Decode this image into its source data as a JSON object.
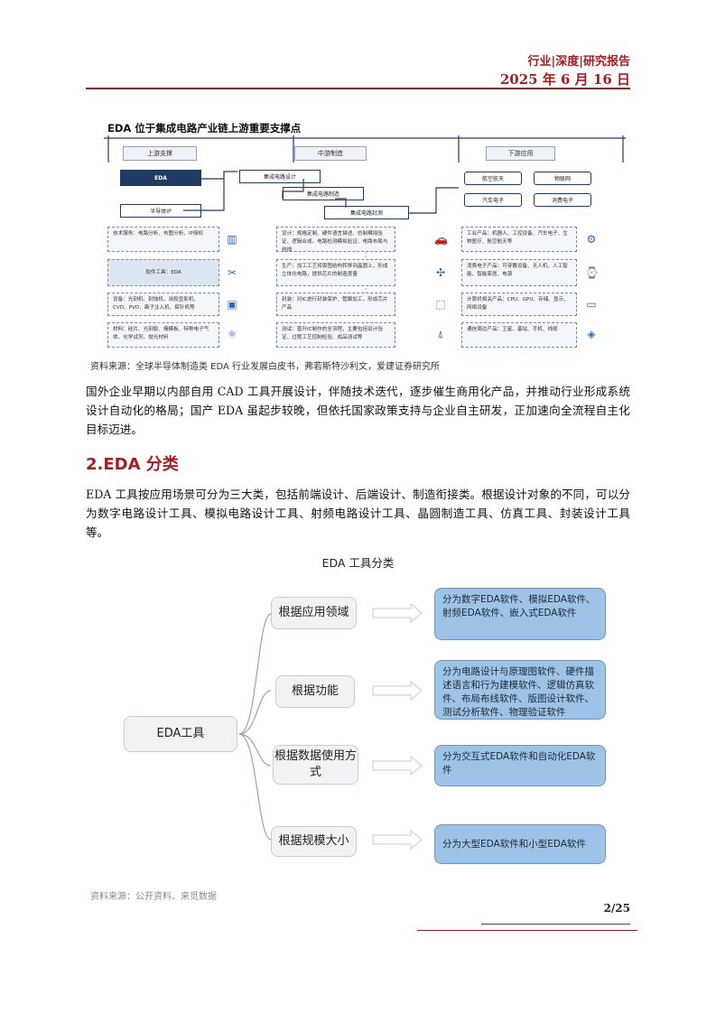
{
  "header": {
    "line1": "行业|深度|研究报告",
    "line2": "2025 年 6 月 16 日"
  },
  "figure1": {
    "title": "EDA 位于集成电路产业链上游重要支撑点",
    "stages": [
      "上游支撑",
      "中游制造",
      "下游应用"
    ],
    "upstream": {
      "eda": "EDA",
      "ip": "半导体IP",
      "boxes": [
        "技术服务：电路分析、布图分析、IP授权",
        "软件工具：EDA",
        "设备：光刻机、刻蚀机、涂胶显影机、CVD、PVD、离子注入机、探针机等",
        "材料：硅片、光刻胶、掩模板、特种电子气体、化学试剂、抛光材料"
      ]
    },
    "midstream": {
      "steps": [
        "集成电路设计",
        "集成电路制造",
        "集成电路封测"
      ],
      "boxes": [
        "设计：规格定制、硬件语言描述、仿制模拟验证、逻辑合成、电路检测模拟验证、电路布局与绕线",
        "生产：加工工艺将版图结构转移到晶圆上，形成立体化电路，提供芯片的制造度量",
        "封装：对IC进行封装保护、管脚加工，形成芯片产品",
        "测试：晋升IC制作的全流程，主要包括设计验证、过程工艺控制检验、成品测试等"
      ]
    },
    "downstream": {
      "tags": [
        "航空航天",
        "物联网",
        "汽车电子",
        "消费电子"
      ],
      "boxes": [
        "工业产品：机器人、工控设备、汽车电子、生物医疗、航空航天等",
        "消费电子产品：可穿戴设备、无人机、人工智能、智能家居、电源",
        "计算机相关产品：CPU、GPU、存储、显示、网络设备",
        "通信周边产品：卫星、基站、手机、线缆"
      ]
    },
    "source": "资料来源：全球半导体制造类 EDA 行业发展白皮书，弗若斯特沙利文，爱建证券研究所"
  },
  "para1": "国外企业早期以内部自用 CAD 工具开展设计，伴随技术迭代，逐步催生商用化产品，并推动行业形成系统设计自动化的格局；国产 EDA 虽起步较晚，但依托国家政策支持与企业自主研发，正加速向全流程自主化目标迈进。",
  "section_title": "2.EDA 分类",
  "para2": "EDA 工具按应用场景可分为三大类，包括前端设计、后端设计、制造衔接类。根据设计对象的不同，可以分为数字电路设计工具、模拟电路设计工具、射频电路设计工具、晶圆制造工具、仿真工具、封装设计工具等。",
  "figure2": {
    "title": "EDA 工具分类",
    "root": "EDA工具",
    "categories": [
      {
        "label": "根据应用领域",
        "detail": "分为数字EDA软件、模拟EDA软件、射频EDA软件、嵌入式EDA软件"
      },
      {
        "label": "根据功能",
        "detail": "分为电路设计与原理图软件、硬件描述语言和行为建模软件、逻辑仿真软件、布局布线软件、版图设计软件、测试分析软件、物理验证软件"
      },
      {
        "label": "根据数据使用方式",
        "detail": "分为交互式EDA软件和自动化EDA软件"
      },
      {
        "label": "根据规模大小",
        "detail": "分为大型EDA软件和小型EDA软件"
      }
    ],
    "source": "资料来源：公开资料、来觅数据"
  },
  "footer": {
    "page": "2/25"
  },
  "colors": {
    "accent": "#a61e22",
    "navy": "#1f3b64",
    "leaf": "#9dc3e6"
  }
}
